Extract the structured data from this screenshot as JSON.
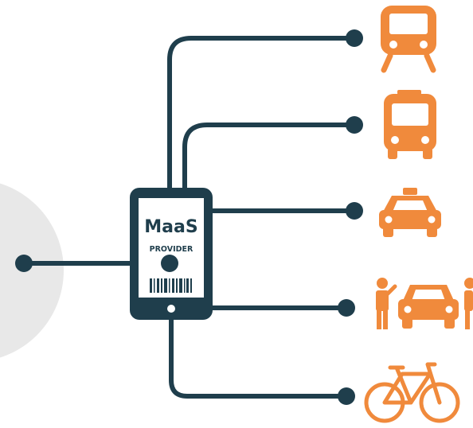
{
  "colors": {
    "dark": "#1f3e4c",
    "accent": "#f08a3c",
    "user_circle": "#e8e8e8",
    "background": "#ffffff"
  },
  "provider": {
    "title": "MaaS",
    "subtitle": "PROVIDER",
    "icon": "barcode-icon"
  },
  "user": {
    "icon": "person-icon"
  },
  "services": [
    {
      "id": "train",
      "icon": "train-icon"
    },
    {
      "id": "bus",
      "icon": "bus-icon"
    },
    {
      "id": "taxi",
      "icon": "taxi-icon"
    },
    {
      "id": "carpool",
      "icon": "carpool-icon"
    },
    {
      "id": "bike",
      "icon": "bicycle-icon"
    }
  ]
}
